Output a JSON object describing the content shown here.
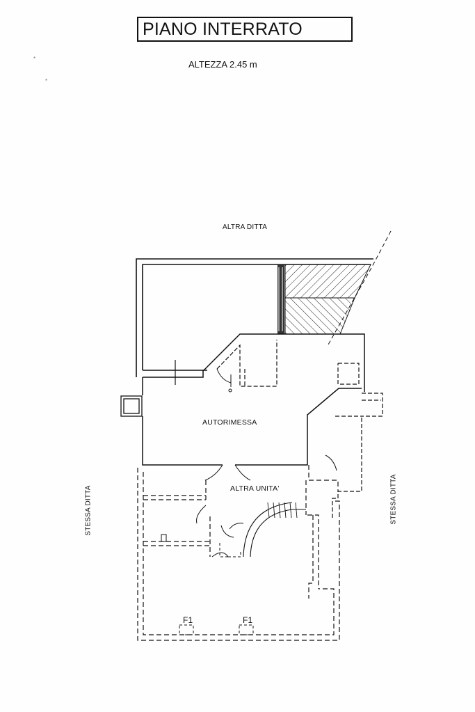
{
  "title": "PIANO INTERRATO",
  "subtitle": "ALTEZZA 2.45 m",
  "labels": {
    "top": "ALTRA DITTA",
    "left": "STESSA DITTA",
    "right": "STESSA DITTA",
    "garage": "AUTORIMESSA",
    "other_unit": "ALTRA UNITA'"
  },
  "fixtures": {
    "f1": "F1",
    "f2": "F1"
  }
}
